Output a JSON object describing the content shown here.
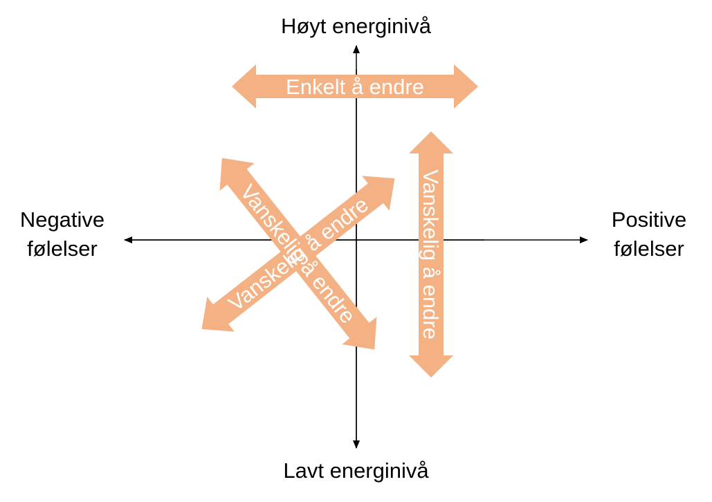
{
  "axes": {
    "top_label": "Høyt energinivå",
    "bottom_label": "Lavt energinivå",
    "left_label_line1": "Negative",
    "left_label_line2": "følelser",
    "right_label_line1": "Positive",
    "right_label_line2": "følelser"
  },
  "arrows": {
    "horizontal_label": "Enkelt å endre",
    "vertical_label": "Vanskelig å endre",
    "diagonal_rising_label": "Vanskelig å endre",
    "diagonal_falling_label": "Vanskelig å endre"
  },
  "colors": {
    "arrow_fill": "#F4B183",
    "arrow_text": "#FFFFFF",
    "axis_line": "#000000"
  }
}
